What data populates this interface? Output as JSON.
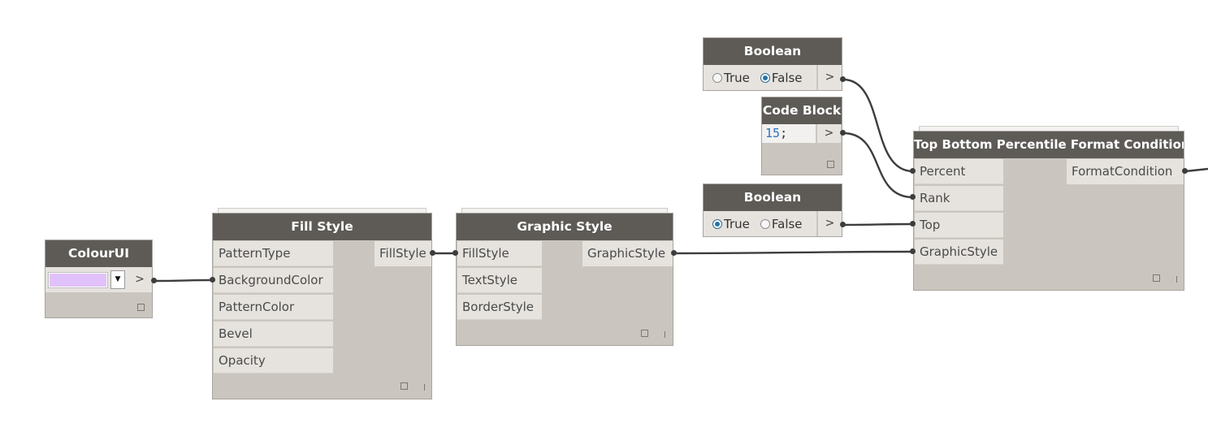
{
  "canvas": {
    "background": "#ffffff",
    "wire_color": "#3d3d3d"
  },
  "nodes": {
    "colour_ui": {
      "title": "ColourUI",
      "swatch_color": "#e1c1f9",
      "dropdown_icon": "caret-down-icon",
      "output_label": ">"
    },
    "fill_style": {
      "title": "Fill Style",
      "inputs": [
        "PatternType",
        "BackgroundColor",
        "PatternColor",
        "Bevel",
        "Opacity"
      ],
      "output": "FillStyle"
    },
    "graphic_style": {
      "title": "Graphic Style",
      "inputs": [
        "FillStyle",
        "TextStyle",
        "BorderStyle"
      ],
      "output": "GraphicStyle"
    },
    "boolean_top": {
      "title": "Boolean",
      "option_true": "True",
      "option_false": "False",
      "selected": "False",
      "output_label": ">"
    },
    "code_block": {
      "title": "Code Block",
      "code_value": "15",
      "code_terminator": ";",
      "output_label": ">"
    },
    "boolean_bottom": {
      "title": "Boolean",
      "option_true": "True",
      "option_false": "False",
      "selected": "True",
      "output_label": ">"
    },
    "format_condition": {
      "title": "Top Bottom Percentile Format Condition",
      "inputs": [
        "Percent",
        "Rank",
        "Top",
        "GraphicStyle"
      ],
      "output": "FormatCondition"
    }
  }
}
